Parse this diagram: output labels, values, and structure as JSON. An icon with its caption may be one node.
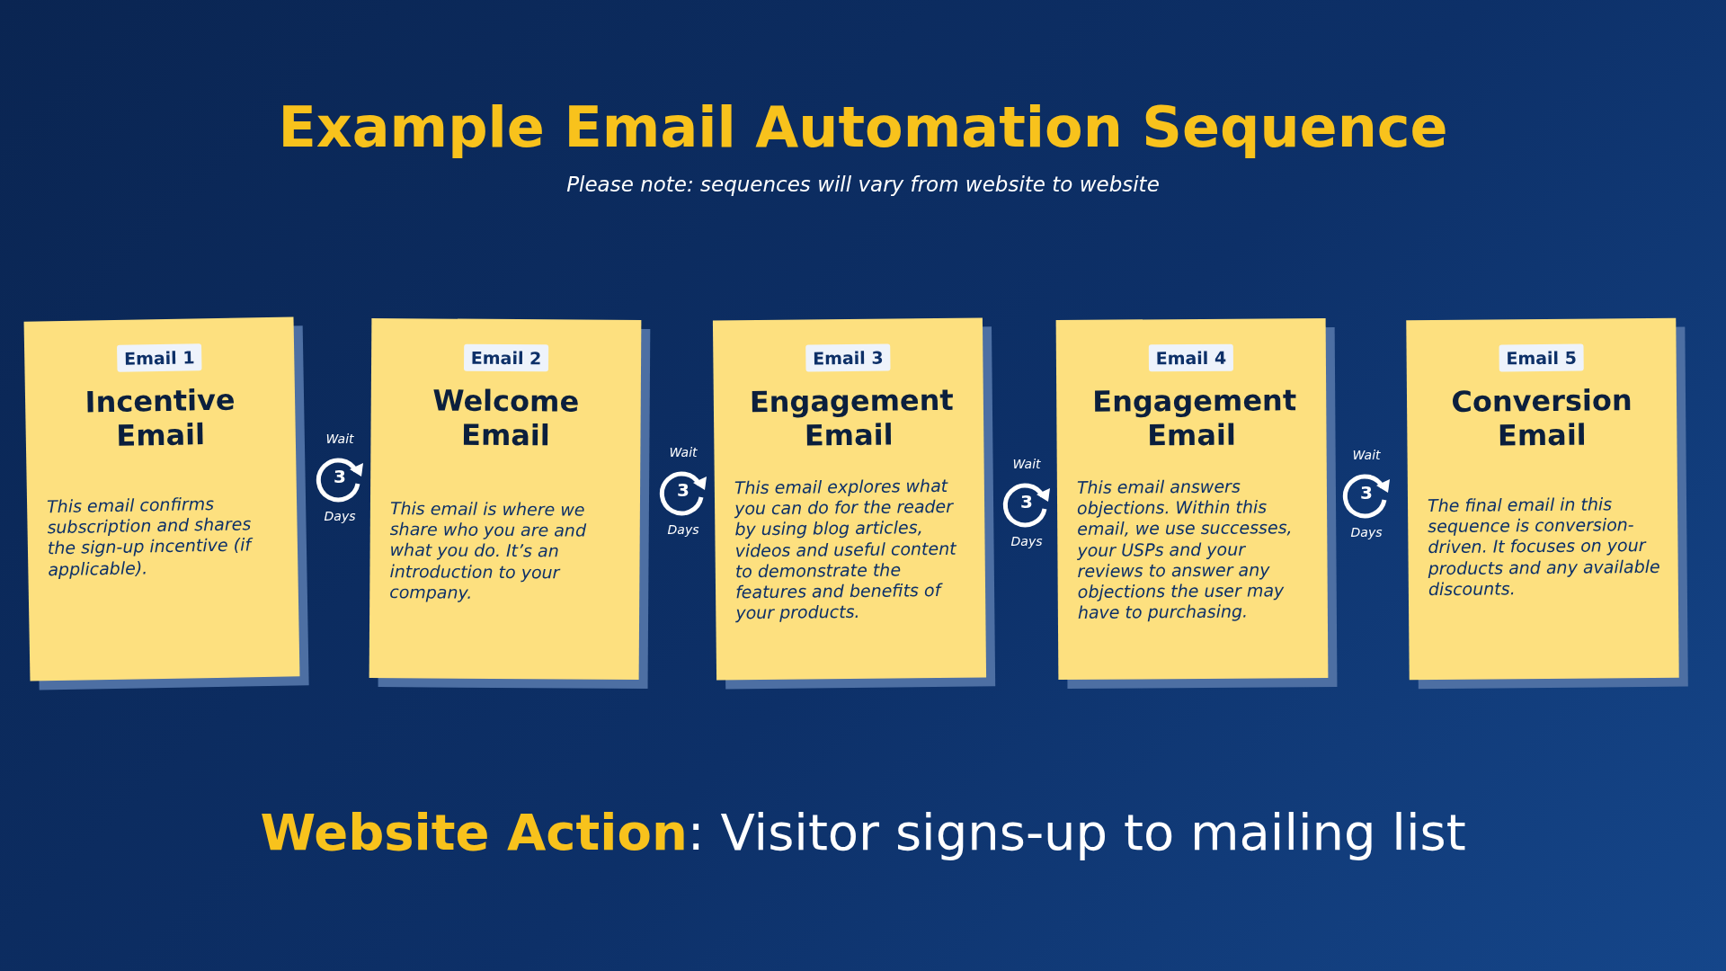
{
  "diagram": {
    "title": "Example Email Automation Sequence",
    "nodes": [
      {
        "text": [
          "Email 1",
          "Incentive Email",
          "This email confirms subscription and shares the sign-up incentive (if applicable)."
        ]
      },
      {
        "text": [
          "3"
        ],
        "beside": [
          "Wait",
          "Days"
        ]
      },
      {
        "text": [
          "Email 2",
          "Welcome Email",
          "This email is where we share who you are and what you do. It’s an introduction to your company."
        ]
      },
      {
        "text": [
          "3"
        ],
        "beside": [
          "Wait",
          "Days"
        ]
      },
      {
        "text": [
          "Email 3",
          "Engagement Email",
          "This email explores what you can do for the reader by using blog articles, videos and useful content to demonstrate the features and benefits of your products."
        ]
      },
      {
        "text": [
          "3"
        ],
        "beside": [
          "Wait",
          "Days"
        ]
      },
      {
        "text": [
          "Email 4",
          "Engagement Email",
          "This email answers objections. Within this email, we use successes, your USPs and your reviews to answer any objections the user may have to purchasing."
        ]
      },
      {
        "text": [
          "3"
        ],
        "beside": [
          "Wait",
          "Days"
        ]
      },
      {
        "text": [
          "Email 5",
          "Conversion Email",
          "The final email in this sequence is conversion-driven. It focuses on your products and any available discounts."
        ]
      }
    ],
    "labels": [
      "Please note: sequences will vary from website to website",
      "**Website Action**: Visitor signs-up to mailing list"
    ]
  }
}
